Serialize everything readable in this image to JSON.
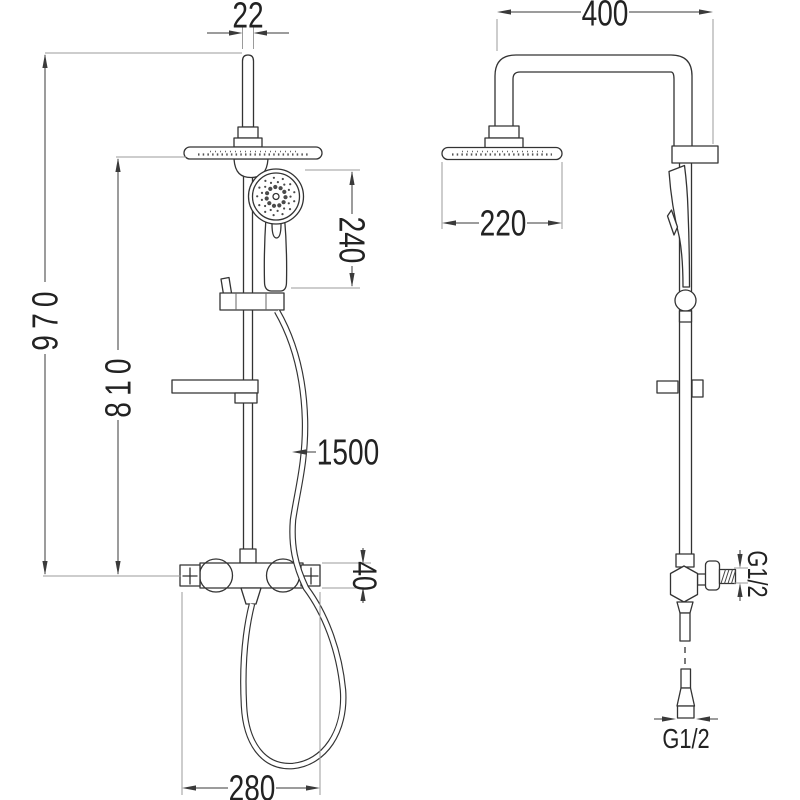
{
  "drawing": {
    "type": "technical-dimension-drawing",
    "subject": "shower-column-set-two-views",
    "colors": {
      "line": "#333333",
      "dimension": "#3a3a3a",
      "extension": "#9b9b9b",
      "background": "#ffffff"
    },
    "front_view": {
      "dims": {
        "pipe_top_width": "22",
        "total_height": "970",
        "upper_section_height": "810",
        "hand_shower_length": "240",
        "hose_length": "1500",
        "mixer_body_height": "40",
        "mixer_connection_span": "280"
      }
    },
    "side_view": {
      "dims": {
        "arm_reach": "400",
        "head_diameter": "220",
        "wall_inlet_thread": "G1/2",
        "hose_connector_thread": "G1/2"
      }
    }
  }
}
